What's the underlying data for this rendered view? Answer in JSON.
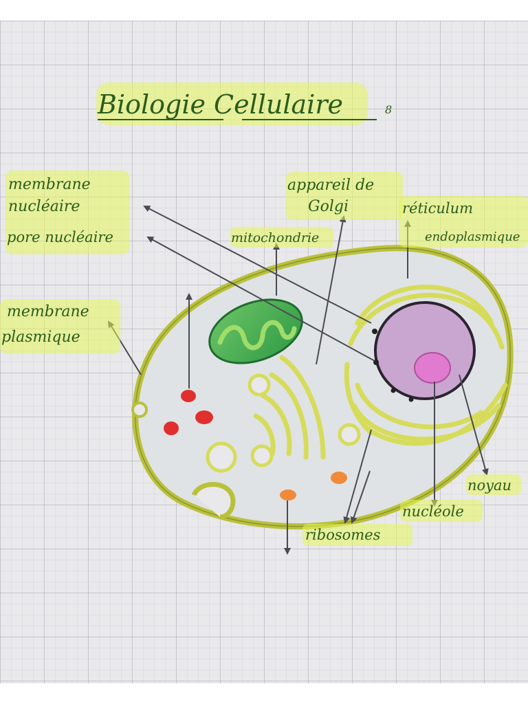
{
  "title": "Biologie Cellulaire",
  "title_number": "8",
  "labels": {
    "membrane_nucleaire_1": "membrane",
    "membrane_nucleaire_2": "nucléaire",
    "pore_nucleaire": "pore nucléaire",
    "appareil_golgi_1": "appareil de",
    "appareil_golgi_2": "Golgi",
    "mitochondrie": "mitochondrie",
    "reticulum_1": "réticulum",
    "reticulum_2": "endoplasmique",
    "membrane_plasmique_1": "membrane",
    "membrane_plasmique_2": "plasmique",
    "noyau": "noyau",
    "nucleole": "nucléole",
    "ribosomes": "ribosomes"
  },
  "colors": {
    "paper": "#e9e8eb",
    "ink": "#2a5c1c",
    "highlighter": "#e6f55a",
    "membrane": "#b9c13a",
    "mitochondria": "#3fae4a",
    "nucleus": "#c9a6cf",
    "nucleolus": "#e17bd0",
    "ribosome_red": "#e0302e",
    "ribosome_orange": "#ef8a3a",
    "arrow": "#4a4a52"
  }
}
